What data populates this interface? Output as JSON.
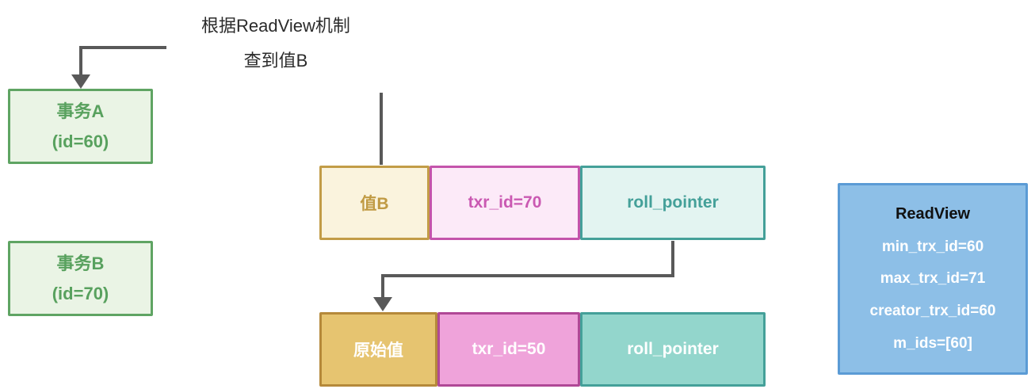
{
  "annotation": {
    "line1": "根据ReadView机制",
    "line2": "查到值B"
  },
  "transaction_boxes": [
    {
      "name": "事务A",
      "id": "(id=60)"
    },
    {
      "name": "事务B",
      "id": "(id=70)"
    }
  ],
  "version_chain": {
    "current_row": {
      "value": "值B",
      "trx_id": "txr_id=70",
      "pointer": "roll_pointer"
    },
    "undo_row": {
      "value": "原始值",
      "trx_id": "txr_id=50",
      "pointer": "roll_pointer"
    }
  },
  "readview_box": {
    "title": "ReadView",
    "fields": [
      "min_trx_id=60",
      "max_trx_id=71",
      "creator_trx_id=60",
      "m_ids=[60]"
    ]
  },
  "colors": {
    "connector_gray": "#595959",
    "green_border": "#5fa463",
    "green_fill": "#eaf4e5",
    "green_text": "#58a15e",
    "gold_border": "#c29c47",
    "gold_fill_light": "#faf3dd",
    "gold_fill_solid": "#e6c470",
    "pink_border": "#c454ab",
    "pink_fill_light": "#fceaf8",
    "pink_fill_solid": "#efa3da",
    "teal_border": "#44a099",
    "teal_fill_light": "#e3f4f1",
    "teal_fill_solid": "#93d6cc",
    "blue_border": "#5b9bd5",
    "blue_fill": "#8dbfe7"
  }
}
